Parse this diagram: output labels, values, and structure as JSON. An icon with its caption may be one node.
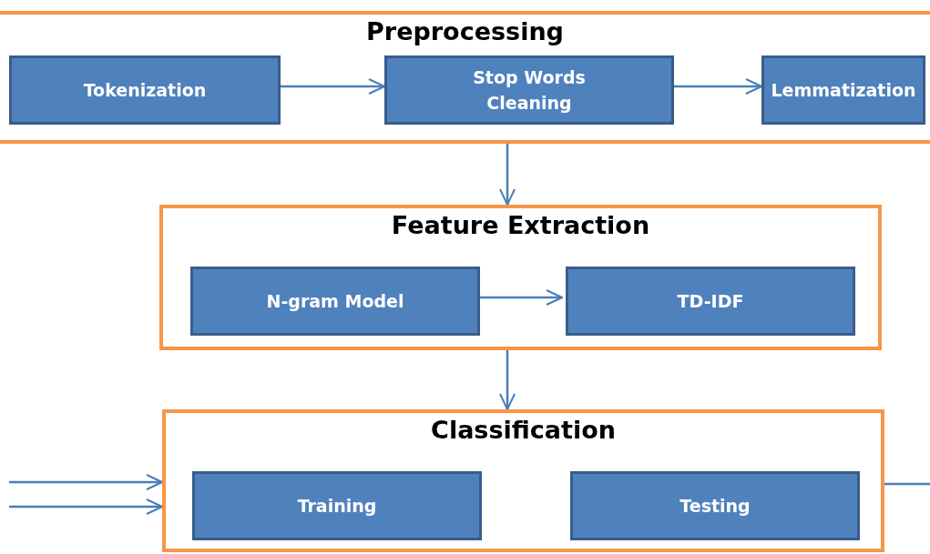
{
  "diagram": {
    "nodes": [
      {
        "text": [
          "Preprocessing"
        ]
      },
      {
        "text": [
          "Tokenization"
        ],
        "in": 0
      },
      {
        "text": [
          "Stop Words Cleaning"
        ],
        "in": 0
      },
      {
        "text": [
          "Lemmatization"
        ],
        "in": 0
      },
      {
        "text": [
          "Feature Extraction"
        ]
      },
      {
        "text": [
          "N-gram Model"
        ],
        "in": 4
      },
      {
        "text": [
          "TD-IDF"
        ],
        "in": 4
      },
      {
        "text": [
          "Classification"
        ]
      },
      {
        "text": [
          "Training"
        ],
        "in": 7
      },
      {
        "text": [
          "Testing"
        ],
        "in": 7
      }
    ],
    "edges": [
      {
        "from": 1,
        "to": 2,
        "arrow": "to"
      },
      {
        "from": 2,
        "to": 3,
        "arrow": "to"
      },
      {
        "from": 0,
        "to": 4,
        "arrow": "to"
      },
      {
        "from": 5,
        "to": 6,
        "arrow": "to"
      },
      {
        "from": 4,
        "to": 7,
        "arrow": "to"
      },
      {
        "from": null,
        "to": 7,
        "arrow": "to"
      },
      {
        "from": null,
        "to": 7,
        "arrow": "to"
      },
      {
        "from": 7,
        "to": null,
        "arrow": "none"
      }
    ]
  }
}
